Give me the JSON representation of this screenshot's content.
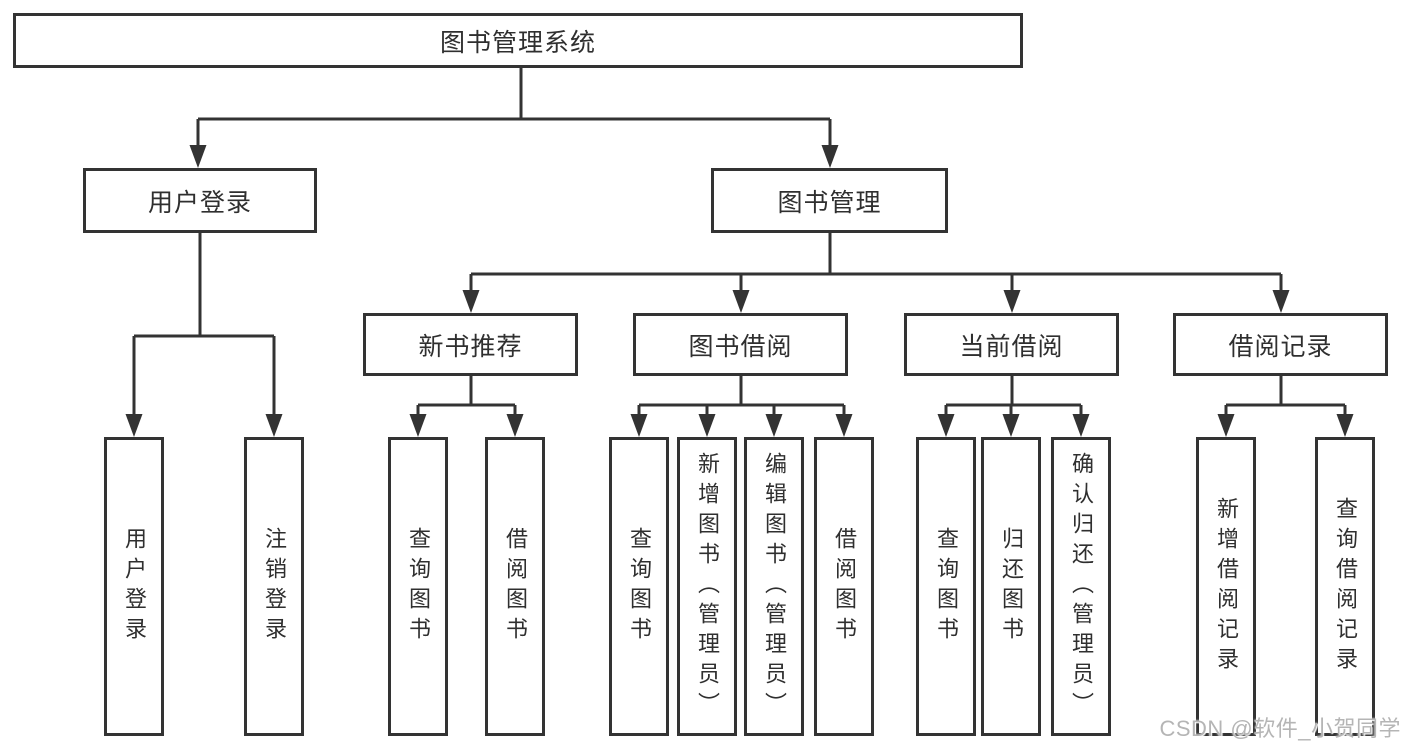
{
  "tree": {
    "label": "图书管理系统",
    "children": [
      {
        "label": "用户登录",
        "children": [
          {
            "label": "用户登录"
          },
          {
            "label": "注销登录"
          }
        ]
      },
      {
        "label": "图书管理",
        "children": [
          {
            "label": "新书推荐",
            "children": [
              {
                "label": "查询图书"
              },
              {
                "label": "借阅图书"
              }
            ]
          },
          {
            "label": "图书借阅",
            "children": [
              {
                "label": "查询图书"
              },
              {
                "label": "新增图书（管理员）"
              },
              {
                "label": "编辑图书（管理员）"
              },
              {
                "label": "借阅图书"
              }
            ]
          },
          {
            "label": "当前借阅",
            "children": [
              {
                "label": "查询图书"
              },
              {
                "label": "归还图书"
              },
              {
                "label": "确认归还（管理员）"
              }
            ]
          },
          {
            "label": "借阅记录",
            "children": [
              {
                "label": "新增借阅记录"
              },
              {
                "label": "查询借阅记录"
              }
            ]
          }
        ]
      }
    ]
  },
  "watermark": {
    "text": "CSDN @软件_小贺同学"
  },
  "colors": {
    "line": "#333333",
    "text": "#2f2f2f",
    "background": "#ffffff",
    "watermark": "#b5b5b5"
  }
}
